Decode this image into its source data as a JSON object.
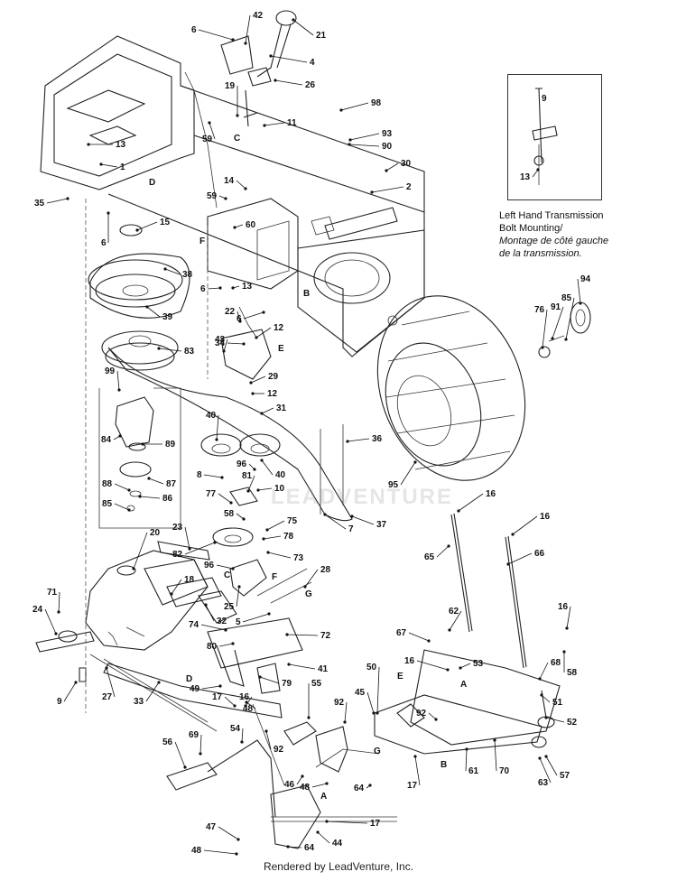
{
  "inset": {
    "caption_en": "Left Hand Transmission Bolt Mounting/",
    "caption_fr": "Montage de côté gauche de la transmission."
  },
  "footer": "Rendered by LeadVenture, Inc.",
  "watermark": "LEADVENTURE",
  "callouts": [
    {
      "id": "c1",
      "label": "1"
    },
    {
      "id": "c2",
      "label": "2"
    },
    {
      "id": "c4",
      "label": "4"
    },
    {
      "id": "c5",
      "label": "5"
    },
    {
      "id": "c6a",
      "label": "6"
    },
    {
      "id": "c6b",
      "label": "6"
    },
    {
      "id": "c6c",
      "label": "6"
    },
    {
      "id": "c6d",
      "label": "6"
    },
    {
      "id": "c7",
      "label": "7"
    },
    {
      "id": "c8",
      "label": "8"
    },
    {
      "id": "c9a",
      "label": "9"
    },
    {
      "id": "c9b",
      "label": "9"
    },
    {
      "id": "c10",
      "label": "10"
    },
    {
      "id": "c11",
      "label": "11"
    },
    {
      "id": "c12a",
      "label": "12"
    },
    {
      "id": "c12b",
      "label": "12"
    },
    {
      "id": "c13a",
      "label": "13"
    },
    {
      "id": "c13b",
      "label": "13"
    },
    {
      "id": "c13c",
      "label": "13"
    },
    {
      "id": "c14",
      "label": "14"
    },
    {
      "id": "c15",
      "label": "15"
    },
    {
      "id": "c16a",
      "label": "16"
    },
    {
      "id": "c16b",
      "label": "16"
    },
    {
      "id": "c16c",
      "label": "16"
    },
    {
      "id": "c16d",
      "label": "16"
    },
    {
      "id": "c16e",
      "label": "16"
    },
    {
      "id": "c17a",
      "label": "17"
    },
    {
      "id": "c17b",
      "label": "17"
    },
    {
      "id": "c17c",
      "label": "17"
    },
    {
      "id": "c18",
      "label": "18"
    },
    {
      "id": "c19",
      "label": "19"
    },
    {
      "id": "c20",
      "label": "20"
    },
    {
      "id": "c21",
      "label": "21"
    },
    {
      "id": "c22",
      "label": "22"
    },
    {
      "id": "c23",
      "label": "23"
    },
    {
      "id": "c24",
      "label": "24"
    },
    {
      "id": "c25",
      "label": "25"
    },
    {
      "id": "c26",
      "label": "26"
    },
    {
      "id": "c27",
      "label": "27"
    },
    {
      "id": "c28",
      "label": "28"
    },
    {
      "id": "c29",
      "label": "29"
    },
    {
      "id": "c30",
      "label": "30"
    },
    {
      "id": "c31",
      "label": "31"
    },
    {
      "id": "c32",
      "label": "32"
    },
    {
      "id": "c33",
      "label": "33"
    },
    {
      "id": "c34",
      "label": "34"
    },
    {
      "id": "c35",
      "label": "35"
    },
    {
      "id": "c36",
      "label": "36"
    },
    {
      "id": "c37",
      "label": "37"
    },
    {
      "id": "c38",
      "label": "38"
    },
    {
      "id": "c39",
      "label": "39"
    },
    {
      "id": "c40a",
      "label": "40"
    },
    {
      "id": "c40b",
      "label": "40"
    },
    {
      "id": "c41",
      "label": "41"
    },
    {
      "id": "c42",
      "label": "42"
    },
    {
      "id": "c43",
      "label": "43"
    },
    {
      "id": "c44",
      "label": "44"
    },
    {
      "id": "c45",
      "label": "45"
    },
    {
      "id": "c46",
      "label": "46"
    },
    {
      "id": "c47",
      "label": "47"
    },
    {
      "id": "c48a",
      "label": "48"
    },
    {
      "id": "c48b",
      "label": "48"
    },
    {
      "id": "c48c",
      "label": "48"
    },
    {
      "id": "c49",
      "label": "49"
    },
    {
      "id": "c50",
      "label": "50"
    },
    {
      "id": "c51",
      "label": "51"
    },
    {
      "id": "c52",
      "label": "52"
    },
    {
      "id": "c53",
      "label": "53"
    },
    {
      "id": "c54",
      "label": "54"
    },
    {
      "id": "c55",
      "label": "55"
    },
    {
      "id": "c56",
      "label": "56"
    },
    {
      "id": "c57",
      "label": "57"
    },
    {
      "id": "c58a",
      "label": "58"
    },
    {
      "id": "c58b",
      "label": "58"
    },
    {
      "id": "c59a",
      "label": "59"
    },
    {
      "id": "c59b",
      "label": "59"
    },
    {
      "id": "c60",
      "label": "60"
    },
    {
      "id": "c61",
      "label": "61"
    },
    {
      "id": "c62",
      "label": "62"
    },
    {
      "id": "c63",
      "label": "63"
    },
    {
      "id": "c64a",
      "label": "64"
    },
    {
      "id": "c64b",
      "label": "64"
    },
    {
      "id": "c65",
      "label": "65"
    },
    {
      "id": "c66",
      "label": "66"
    },
    {
      "id": "c67",
      "label": "67"
    },
    {
      "id": "c68",
      "label": "68"
    },
    {
      "id": "c69",
      "label": "69"
    },
    {
      "id": "c70",
      "label": "70"
    },
    {
      "id": "c71",
      "label": "71"
    },
    {
      "id": "c72",
      "label": "72"
    },
    {
      "id": "c73",
      "label": "73"
    },
    {
      "id": "c74",
      "label": "74"
    },
    {
      "id": "c75",
      "label": "75"
    },
    {
      "id": "c76",
      "label": "76"
    },
    {
      "id": "c77",
      "label": "77"
    },
    {
      "id": "c78",
      "label": "78"
    },
    {
      "id": "c79",
      "label": "79"
    },
    {
      "id": "c80",
      "label": "80"
    },
    {
      "id": "c81",
      "label": "81"
    },
    {
      "id": "c82",
      "label": "82"
    },
    {
      "id": "c83",
      "label": "83"
    },
    {
      "id": "c84",
      "label": "84"
    },
    {
      "id": "c85a",
      "label": "85"
    },
    {
      "id": "c85b",
      "label": "85"
    },
    {
      "id": "c86",
      "label": "86"
    },
    {
      "id": "c87",
      "label": "87"
    },
    {
      "id": "c88",
      "label": "88"
    },
    {
      "id": "c89",
      "label": "89"
    },
    {
      "id": "c90",
      "label": "90"
    },
    {
      "id": "c91",
      "label": "91"
    },
    {
      "id": "c92a",
      "label": "92"
    },
    {
      "id": "c92b",
      "label": "92"
    },
    {
      "id": "c92c",
      "label": "92"
    },
    {
      "id": "c93",
      "label": "93"
    },
    {
      "id": "c94",
      "label": "94"
    },
    {
      "id": "c95",
      "label": "95"
    },
    {
      "id": "c96a",
      "label": "96"
    },
    {
      "id": "c96b",
      "label": "96"
    },
    {
      "id": "c98",
      "label": "98"
    },
    {
      "id": "c99",
      "label": "99"
    },
    {
      "id": "lA1",
      "label": "A"
    },
    {
      "id": "lA2",
      "label": "A"
    },
    {
      "id": "lB1",
      "label": "B"
    },
    {
      "id": "lB2",
      "label": "B"
    },
    {
      "id": "lC1",
      "label": "C"
    },
    {
      "id": "lC2",
      "label": "C"
    },
    {
      "id": "lD1",
      "label": "D"
    },
    {
      "id": "lD2",
      "label": "D"
    },
    {
      "id": "lE1",
      "label": "E"
    },
    {
      "id": "lE2",
      "label": "E"
    },
    {
      "id": "lF1",
      "label": "F"
    },
    {
      "id": "lF2",
      "label": "F"
    },
    {
      "id": "lG1",
      "label": "G"
    },
    {
      "id": "lG2",
      "label": "G"
    }
  ]
}
